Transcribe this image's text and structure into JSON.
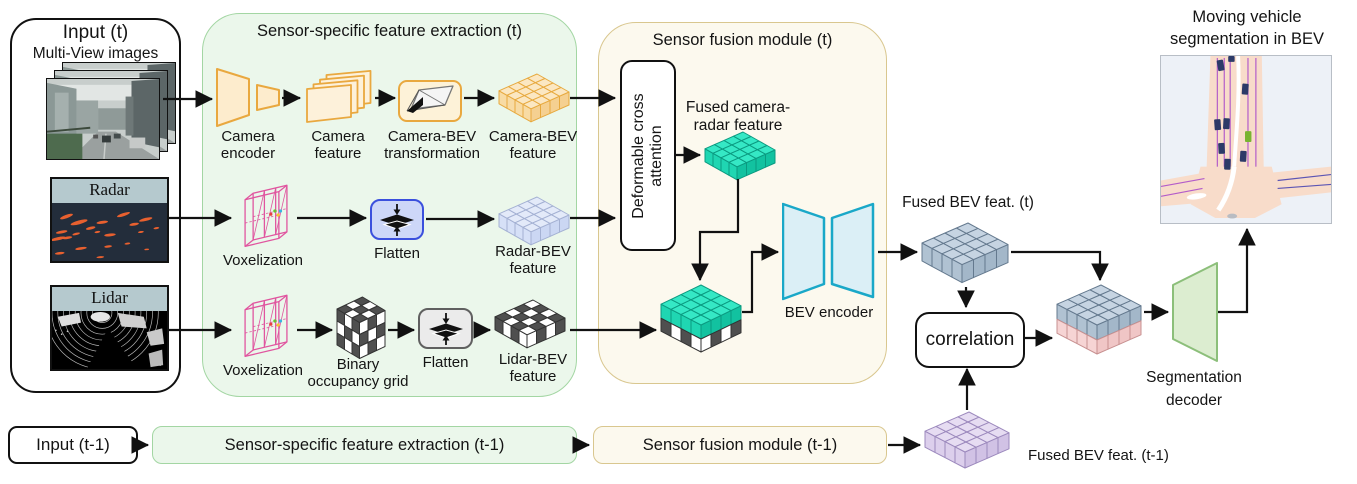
{
  "colors": {
    "panel_green_fill": "#ebf7eb",
    "panel_green_border": "#a3d6a3",
    "panel_tan_fill": "#fcf9ee",
    "panel_tan_border": "#d9c78f",
    "arrow": "#111111",
    "camera_accent": "#e9a83f",
    "voxel_pink": "#e0559f",
    "flatten_blue_border": "#3b50dd",
    "flatten_gray_border": "#606060",
    "bev_encoder_teal": "#1aa8c8",
    "decoder_green": "#8cbf7a",
    "radar_header_bg": "#b5c9ce",
    "cubes": {
      "camera": {
        "top": "#fbe7c2",
        "front": "#f8dba4",
        "side": "#f5d091",
        "stroke": "#e7a93e"
      },
      "radar": {
        "top": "#e3eaf9",
        "front": "#d6e0f7",
        "side": "#cbd7f3",
        "stroke": "#a4b1d3"
      },
      "teal": {
        "top": "#35e8c5",
        "front": "#1fd6b2",
        "side": "#12c2a0",
        "stroke": "#0b9a80"
      },
      "bluegray": {
        "top": "#c6d4e2",
        "front": "#b0c2d2",
        "side": "#a3b7c9",
        "stroke": "#64798e"
      },
      "purple": {
        "top": "#e6dcf2",
        "front": "#dccfec",
        "side": "#d1c2e5",
        "stroke": "#9c89bd"
      },
      "pink": {
        "top": "#f6d4d4",
        "front": "#f6d4d4",
        "side": "#f0c6c6",
        "stroke": "#c79090"
      },
      "checker": {
        "dark": "#4f4f4f",
        "light": "#ffffff",
        "stroke": "#333333"
      }
    }
  },
  "input_t": {
    "title": "Input (t)",
    "multiview_label": "Multi-View images",
    "radar_label": "Radar",
    "lidar_label": "Lidar"
  },
  "extraction_t": {
    "title": "Sensor-specific feature extraction (t)",
    "camera_encoder": "Camera encoder",
    "camera_feature": "Camera feature",
    "camera_bev_transformation": "Camera-BEV transformation",
    "camera_bev_feature": "Camera-BEV feature",
    "voxelization_radar": "Voxelization",
    "flatten_radar": "Flatten",
    "radar_bev_feature": "Radar-BEV feature",
    "voxelization_lidar": "Voxelization",
    "binary_occupancy_grid": "Binary occupancy grid",
    "flatten_lidar": "Flatten",
    "lidar_bev_feature": "Lidar-BEV feature"
  },
  "fusion_t": {
    "title": "Sensor fusion module (t)",
    "deformable_cross_attention": "Deformable cross attention",
    "fused_camera_radar_feature": "Fused camera-radar feature",
    "bev_encoder": "BEV encoder"
  },
  "temporal": {
    "fused_bev_t": "Fused BEV feat. (t)",
    "correlation": "correlation",
    "fused_bev_t1": "Fused BEV feat. (t-1)"
  },
  "output": {
    "title": "Moving vehicle segmentation in BEV",
    "segmentation_decoder": "Segmentation decoder"
  },
  "bottom_row": {
    "input": "Input (t-1)",
    "extraction": "Sensor-specific feature extraction (t-1)",
    "fusion": "Sensor fusion module (t-1)"
  }
}
